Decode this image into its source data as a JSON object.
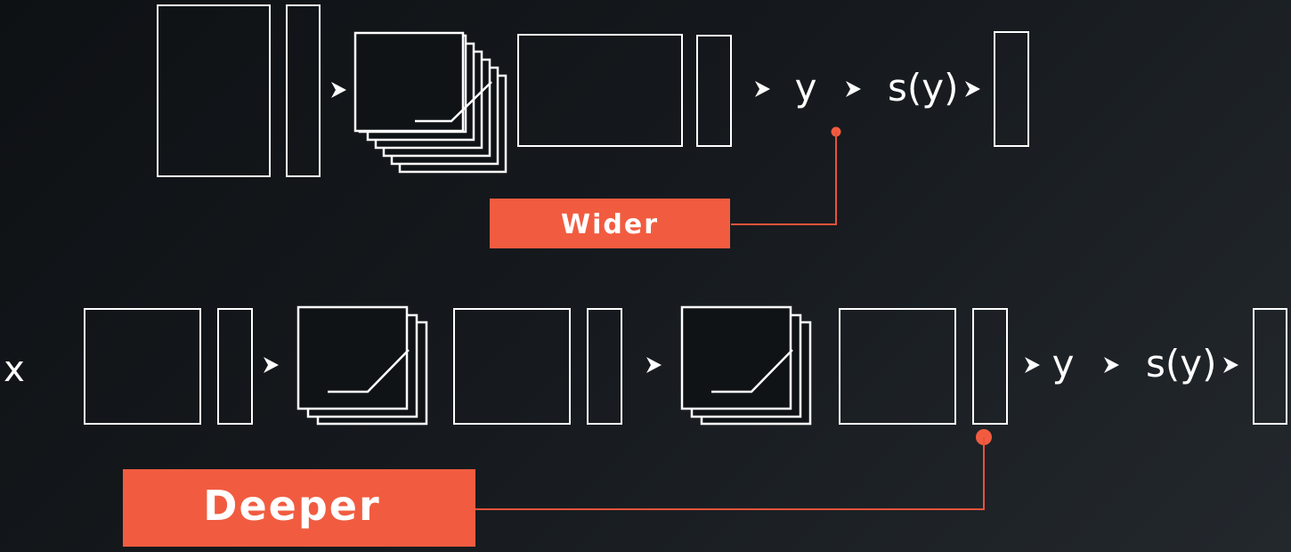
{
  "colors": {
    "background": "#15191d",
    "accent": "#f15c40",
    "stroke": "#ffffff"
  },
  "wide_network": {
    "output_label": "y",
    "softmax_label": "s(y)",
    "callout_label": "Wider"
  },
  "deep_network": {
    "input_label": "x",
    "output_label": "y",
    "softmax_label": "s(y)",
    "callout_label": "Deeper"
  }
}
